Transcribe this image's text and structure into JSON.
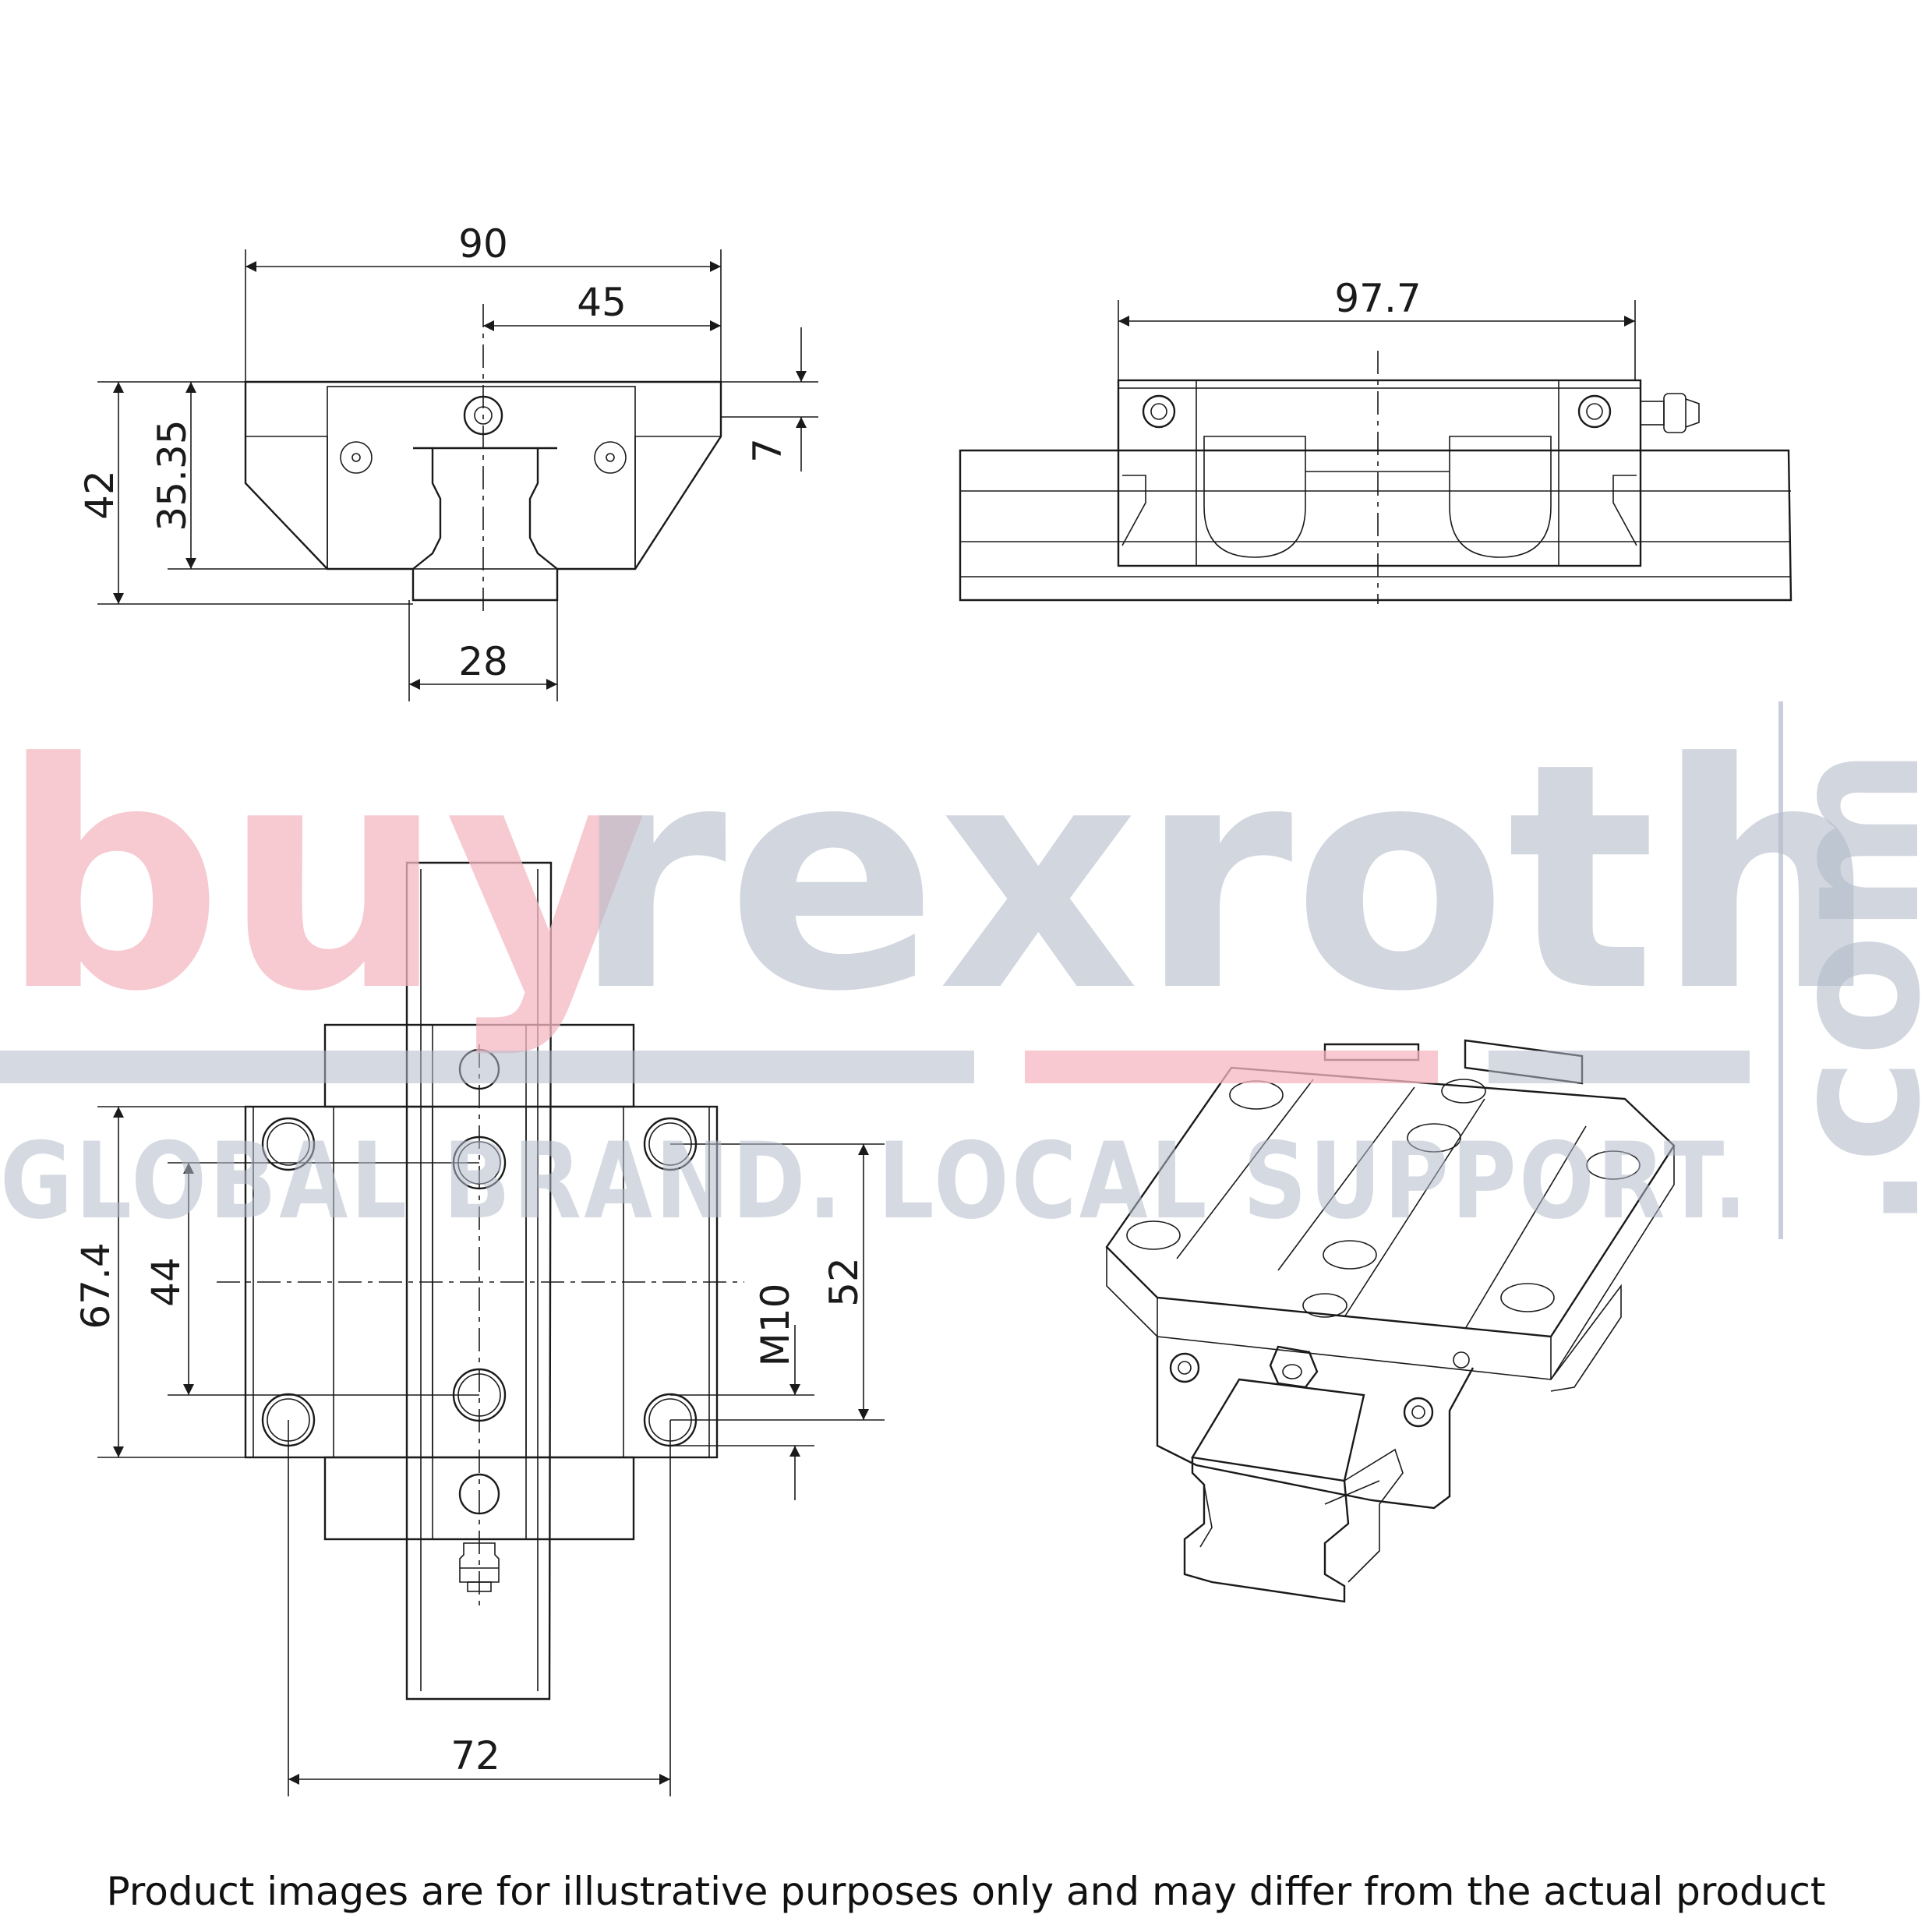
{
  "dimensions": {
    "front_width": "90",
    "front_half_width": "45",
    "front_height": "42",
    "front_body_height": "35.35",
    "front_top_offset": "7",
    "rail_width": "28",
    "side_length": "97.7",
    "top_body_length": "67.4",
    "top_hole_spacing_length": "44",
    "top_hole_spacing_width_label": "52",
    "thread_label": "M10",
    "top_hole_spacing_width": "72"
  },
  "watermark": {
    "brand_part1": "buy",
    "brand_part2": "rexroth",
    "tld": ".com",
    "tagline": "GLOBAL BRAND. LOCAL SUPPORT."
  },
  "colors": {
    "line": "#1a1a1a",
    "watermark_pink": "#f5b7c1",
    "watermark_grey": "#b3bccb"
  },
  "footer": {
    "disclaimer": "Product images are for illustrative purposes only and may differ from the actual product"
  }
}
